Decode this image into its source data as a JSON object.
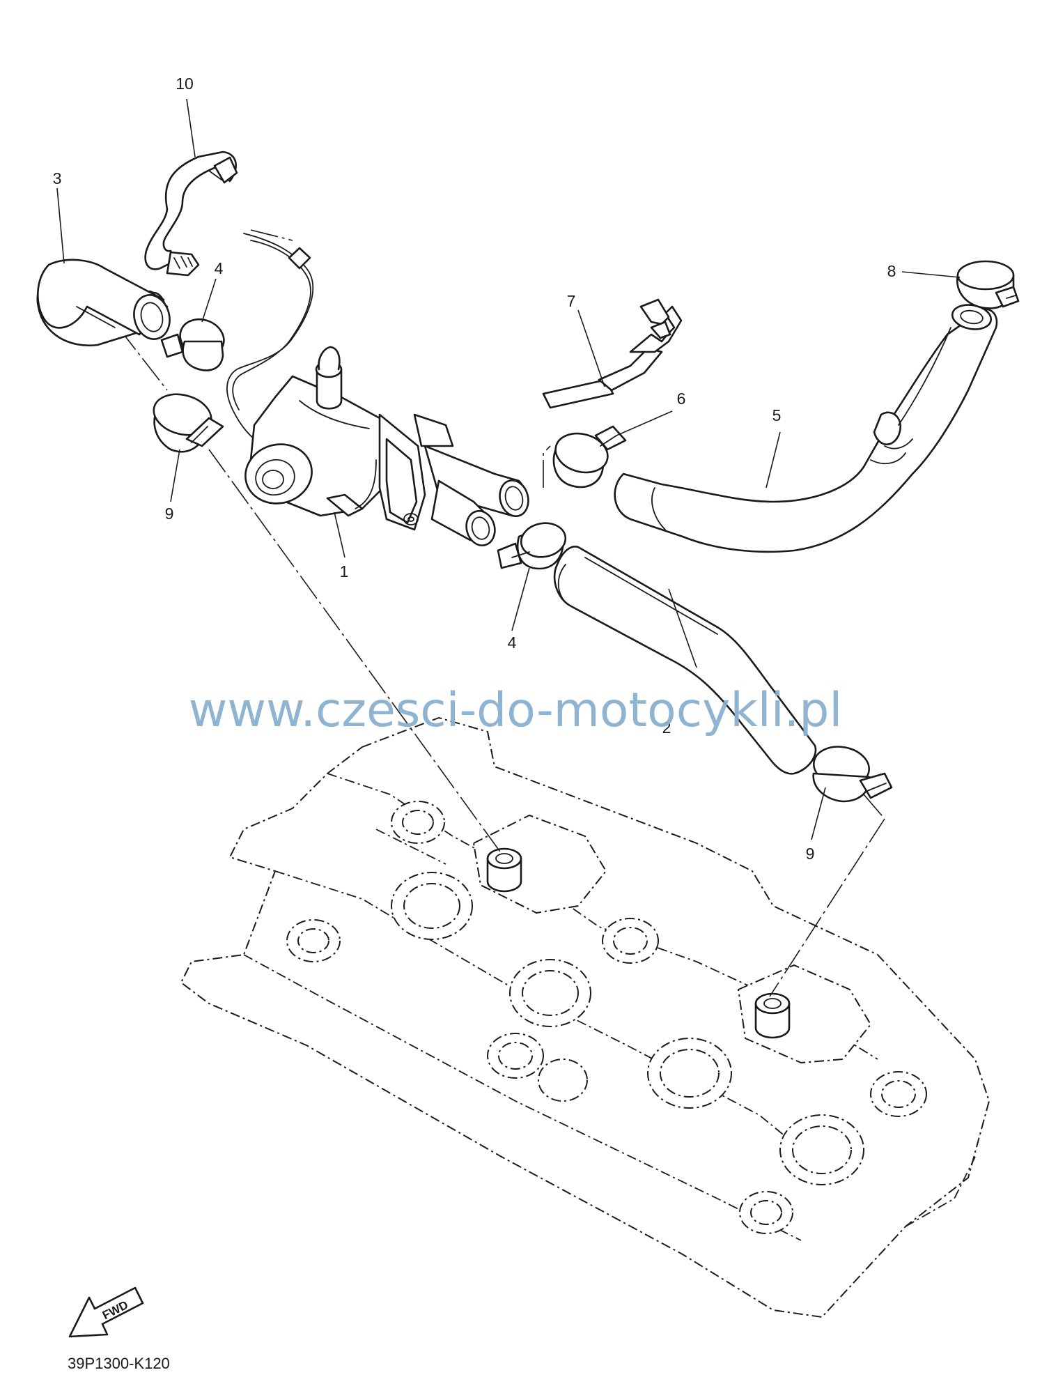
{
  "callouts": {
    "p1": "1",
    "p2": "2",
    "p3": "3",
    "p4a": "4",
    "p4b": "4",
    "p5": "5",
    "p6": "6",
    "p7": "7",
    "p8": "8",
    "p9a": "9",
    "p9b": "9",
    "p10": "10"
  },
  "watermark": "www.czesci-do-motocykli.pl",
  "fwd_label": "FWD",
  "diagram_code": "39P1300-K120",
  "colors": {
    "line": "#1a1a1a",
    "watermark": "#8ab0cf",
    "background": "#ffffff"
  },
  "icons": {
    "direction": "fwd-arrow-icon"
  }
}
